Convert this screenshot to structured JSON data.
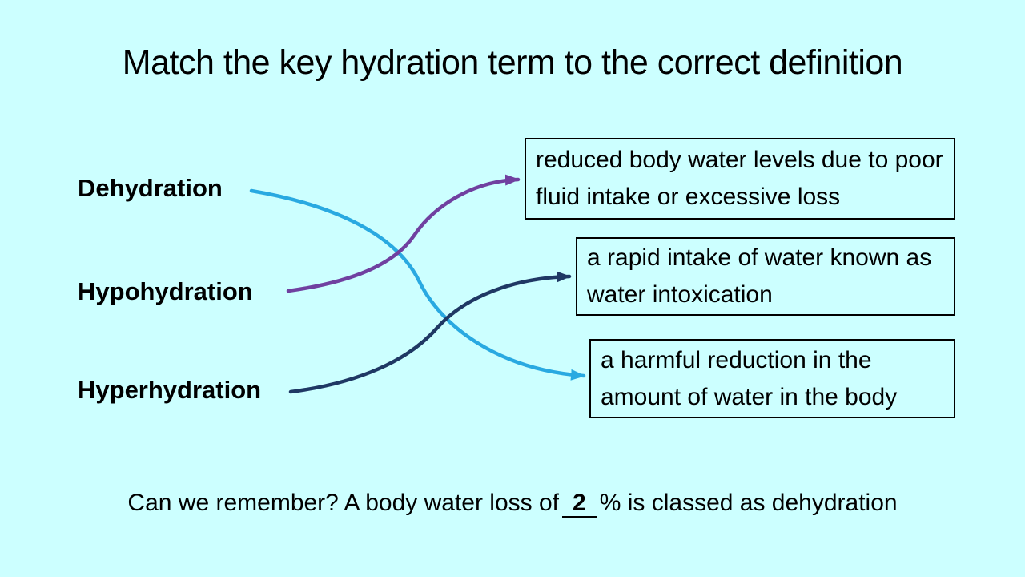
{
  "slide": {
    "title": "Match the key hydration term to the correct definition",
    "terms": [
      {
        "label": "Dehydration"
      },
      {
        "label": "Hypohydration"
      },
      {
        "label": "Hyperhydration"
      }
    ],
    "definitions": [
      {
        "text": "reduced body water levels due to poor fluid intake or excessive loss"
      },
      {
        "text": "a rapid intake of water known as water intoxication"
      },
      {
        "text": "a harmful reduction in the amount of water in the body"
      }
    ],
    "connections": [
      {
        "from": "Dehydration",
        "to_definition": "a harmful reduction in the amount of water in the body",
        "color": "#29A9E1"
      },
      {
        "from": "Hypohydration",
        "to_definition": "reduced body water levels due to poor fluid intake or excessive loss",
        "color": "#7040A0"
      },
      {
        "from": "Hyperhydration",
        "to_definition": "a rapid intake of water known as water intoxication",
        "color": "#1F3864"
      }
    ],
    "footer": {
      "text_before": "Can we remember? A body water loss of",
      "blank_value": "2",
      "text_after": "% is classed as dehydration"
    },
    "colors": {
      "background": "#CCFFFF",
      "text": "#000000",
      "box_border": "#000000"
    }
  }
}
